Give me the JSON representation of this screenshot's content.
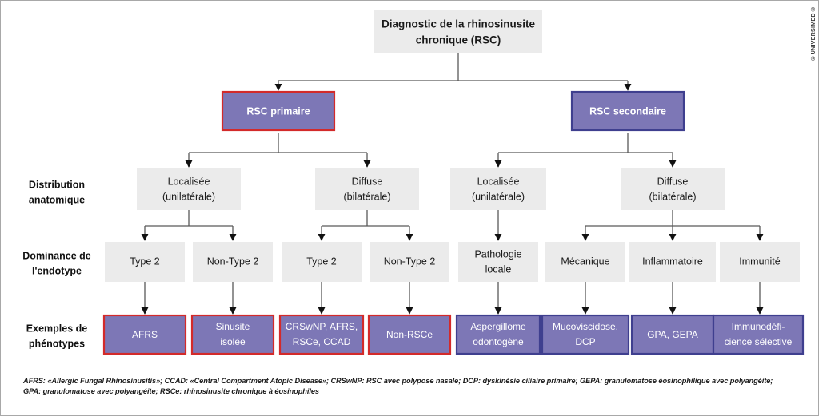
{
  "figure": {
    "copyright": "©UNIVERSIMED®",
    "colors": {
      "plain_box_fill": "#ebebeb",
      "purple_box_fill": "#7d77b6",
      "primary_border": "#d32a2a",
      "secondary_border": "#3f3f8f",
      "connector": "#595959",
      "frame": "#a8a8a8"
    }
  },
  "root": {
    "line1": "Diagnostic de la rhinosinusite",
    "line2": "chronique (RSC)"
  },
  "branches": [
    {
      "label": "RSC primaire",
      "border": "red"
    },
    {
      "label": "RSC secondaire",
      "border": "blue"
    }
  ],
  "row_labels": [
    {
      "line1": "Distribution",
      "line2": "anatomique"
    },
    {
      "line1": "Dominance de",
      "line2": "l'endotype"
    },
    {
      "line1": "Exemples de",
      "line2": "phénotypes"
    }
  ],
  "distribution": [
    {
      "line1": "Localisée",
      "line2": "(unilatérale)"
    },
    {
      "line1": "Diffuse",
      "line2": "(bilatérale)"
    },
    {
      "line1": "Localisée",
      "line2": "(unilatérale)"
    },
    {
      "line1": "Diffuse",
      "line2": "(bilatérale)"
    }
  ],
  "endotype": [
    {
      "line1": "Type 2",
      "line2": ""
    },
    {
      "line1": "Non-Type 2",
      "line2": ""
    },
    {
      "line1": "Type 2",
      "line2": ""
    },
    {
      "line1": "Non-Type 2",
      "line2": ""
    },
    {
      "line1": "Pathologie",
      "line2": "locale"
    },
    {
      "line1": "Mécanique",
      "line2": ""
    },
    {
      "line1": "Inflammatoire",
      "line2": ""
    },
    {
      "line1": "Immunité",
      "line2": ""
    }
  ],
  "phenotypes": [
    {
      "line1": "AFRS",
      "line2": "",
      "border": "red"
    },
    {
      "line1": "Sinusite",
      "line2": "isolée",
      "border": "red"
    },
    {
      "line1": "CRSwNP, AFRS,",
      "line2": "RSCe, CCAD",
      "border": "red"
    },
    {
      "line1": "Non-RSCe",
      "line2": "",
      "border": "red"
    },
    {
      "line1": "Aspergillome",
      "line2": "odontogène",
      "border": "blue"
    },
    {
      "line1": "Mucoviscidose,",
      "line2": "DCP",
      "border": "blue"
    },
    {
      "line1": "GPA, GEPA",
      "line2": "",
      "border": "blue"
    },
    {
      "line1": "Immunodéfi-",
      "line2": "cience sélective",
      "border": "blue"
    }
  ],
  "footnote": {
    "line1": "AFRS: «Allergic Fungal Rhinosinusitis»; CCAD: «Central Compartment Atopic Disease»; CRSwNP: RSC avec polypose nasale; DCP: dyskinésie ciliaire primaire; GEPA: granulomatose éosinophilique avec polyangéite;",
    "line2": "GPA: granulomatose avec polyangéite; RSCe: rhinosinusite chronique à éosinophiles"
  }
}
